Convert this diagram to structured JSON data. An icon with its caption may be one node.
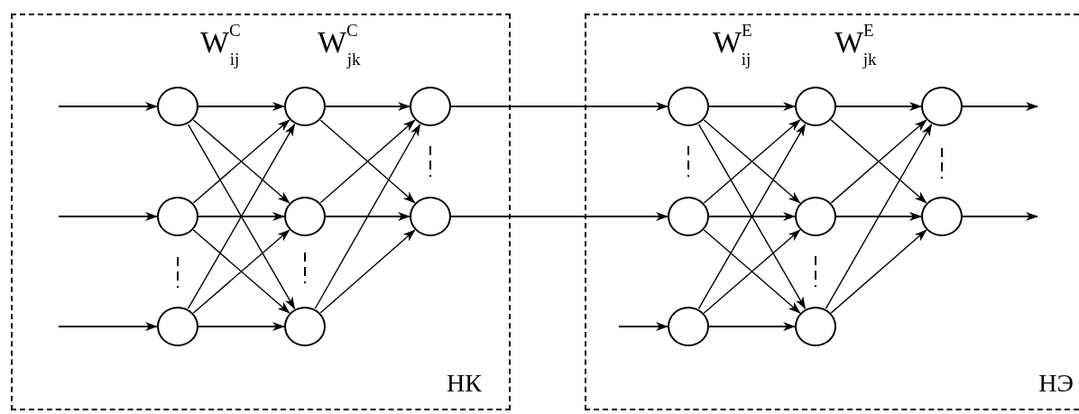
{
  "diagram": {
    "nodes": [
      {
        "text": [
          "НК"
        ]
      },
      {
        "text": [],
        "shape": "circle",
        "in": 0
      },
      {
        "text": [],
        "shape": "circle",
        "in": 0
      },
      {
        "text": [],
        "shape": "circle",
        "in": 0
      },
      {
        "text": [],
        "shape": "circle",
        "in": 0
      },
      {
        "text": [],
        "shape": "circle",
        "in": 0
      },
      {
        "text": [],
        "shape": "circle",
        "in": 0
      },
      {
        "text": [],
        "shape": "circle",
        "in": 0
      },
      {
        "text": [],
        "shape": "circle",
        "in": 0
      },
      {
        "text": [
          "НЭ"
        ]
      },
      {
        "text": [],
        "shape": "circle",
        "in": 9
      },
      {
        "text": [],
        "shape": "circle",
        "in": 9
      },
      {
        "text": [],
        "shape": "circle",
        "in": 9
      },
      {
        "text": [],
        "shape": "circle",
        "in": 9
      },
      {
        "text": [],
        "shape": "circle",
        "in": 9
      },
      {
        "text": [],
        "shape": "circle",
        "in": 9
      },
      {
        "text": [],
        "shape": "circle",
        "in": 9
      },
      {
        "text": [],
        "shape": "circle",
        "in": 9
      }
    ],
    "edges": [
      {
        "from": null,
        "to": 1,
        "arrow": "to"
      },
      {
        "from": null,
        "to": 2,
        "arrow": "to"
      },
      {
        "from": null,
        "to": 3,
        "arrow": "to"
      },
      {
        "from": 1,
        "to": 4,
        "arrow": "to"
      },
      {
        "from": 1,
        "to": 5,
        "arrow": "to"
      },
      {
        "from": 1,
        "to": 6,
        "arrow": "to"
      },
      {
        "from": 2,
        "to": 4,
        "arrow": "to"
      },
      {
        "from": 2,
        "to": 5,
        "arrow": "to"
      },
      {
        "from": 2,
        "to": 6,
        "arrow": "to"
      },
      {
        "from": 3,
        "to": 4,
        "arrow": "to"
      },
      {
        "from": 3,
        "to": 5,
        "arrow": "to"
      },
      {
        "from": 3,
        "to": 6,
        "arrow": "to"
      },
      {
        "from": 4,
        "to": 7,
        "arrow": "to"
      },
      {
        "from": 4,
        "to": 8,
        "arrow": "to"
      },
      {
        "from": 5,
        "to": 7,
        "arrow": "to"
      },
      {
        "from": 5,
        "to": 8,
        "arrow": "to"
      },
      {
        "from": 6,
        "to": 7,
        "arrow": "to"
      },
      {
        "from": 6,
        "to": 8,
        "arrow": "to"
      },
      {
        "from": 7,
        "to": 10,
        "arrow": "to"
      },
      {
        "from": 8,
        "to": 11,
        "arrow": "to"
      },
      {
        "from": null,
        "to": 12,
        "arrow": "to"
      },
      {
        "from": 10,
        "to": 13,
        "arrow": "to"
      },
      {
        "from": 10,
        "to": 14,
        "arrow": "to"
      },
      {
        "from": 10,
        "to": 15,
        "arrow": "to"
      },
      {
        "from": 11,
        "to": 13,
        "arrow": "to"
      },
      {
        "from": 11,
        "to": 14,
        "arrow": "to"
      },
      {
        "from": 11,
        "to": 15,
        "arrow": "to"
      },
      {
        "from": 12,
        "to": 13,
        "arrow": "to"
      },
      {
        "from": 12,
        "to": 14,
        "arrow": "to"
      },
      {
        "from": 12,
        "to": 15,
        "arrow": "to"
      },
      {
        "from": 13,
        "to": 16,
        "arrow": "to"
      },
      {
        "from": 13,
        "to": 17,
        "arrow": "to"
      },
      {
        "from": 14,
        "to": 16,
        "arrow": "to"
      },
      {
        "from": 14,
        "to": 17,
        "arrow": "to"
      },
      {
        "from": 15,
        "to": 16,
        "arrow": "to"
      },
      {
        "from": 15,
        "to": 17,
        "arrow": "to"
      },
      {
        "from": 16,
        "to": null,
        "arrow": "to"
      },
      {
        "from": 17,
        "to": null,
        "arrow": "to"
      }
    ],
    "labels": [
      "W$^{C}$$_{ij}$",
      "W$^{C}$$_{jk}$",
      "W$^{E}$$_{ij}$",
      "W$^{E}$$_{jk}$"
    ]
  }
}
